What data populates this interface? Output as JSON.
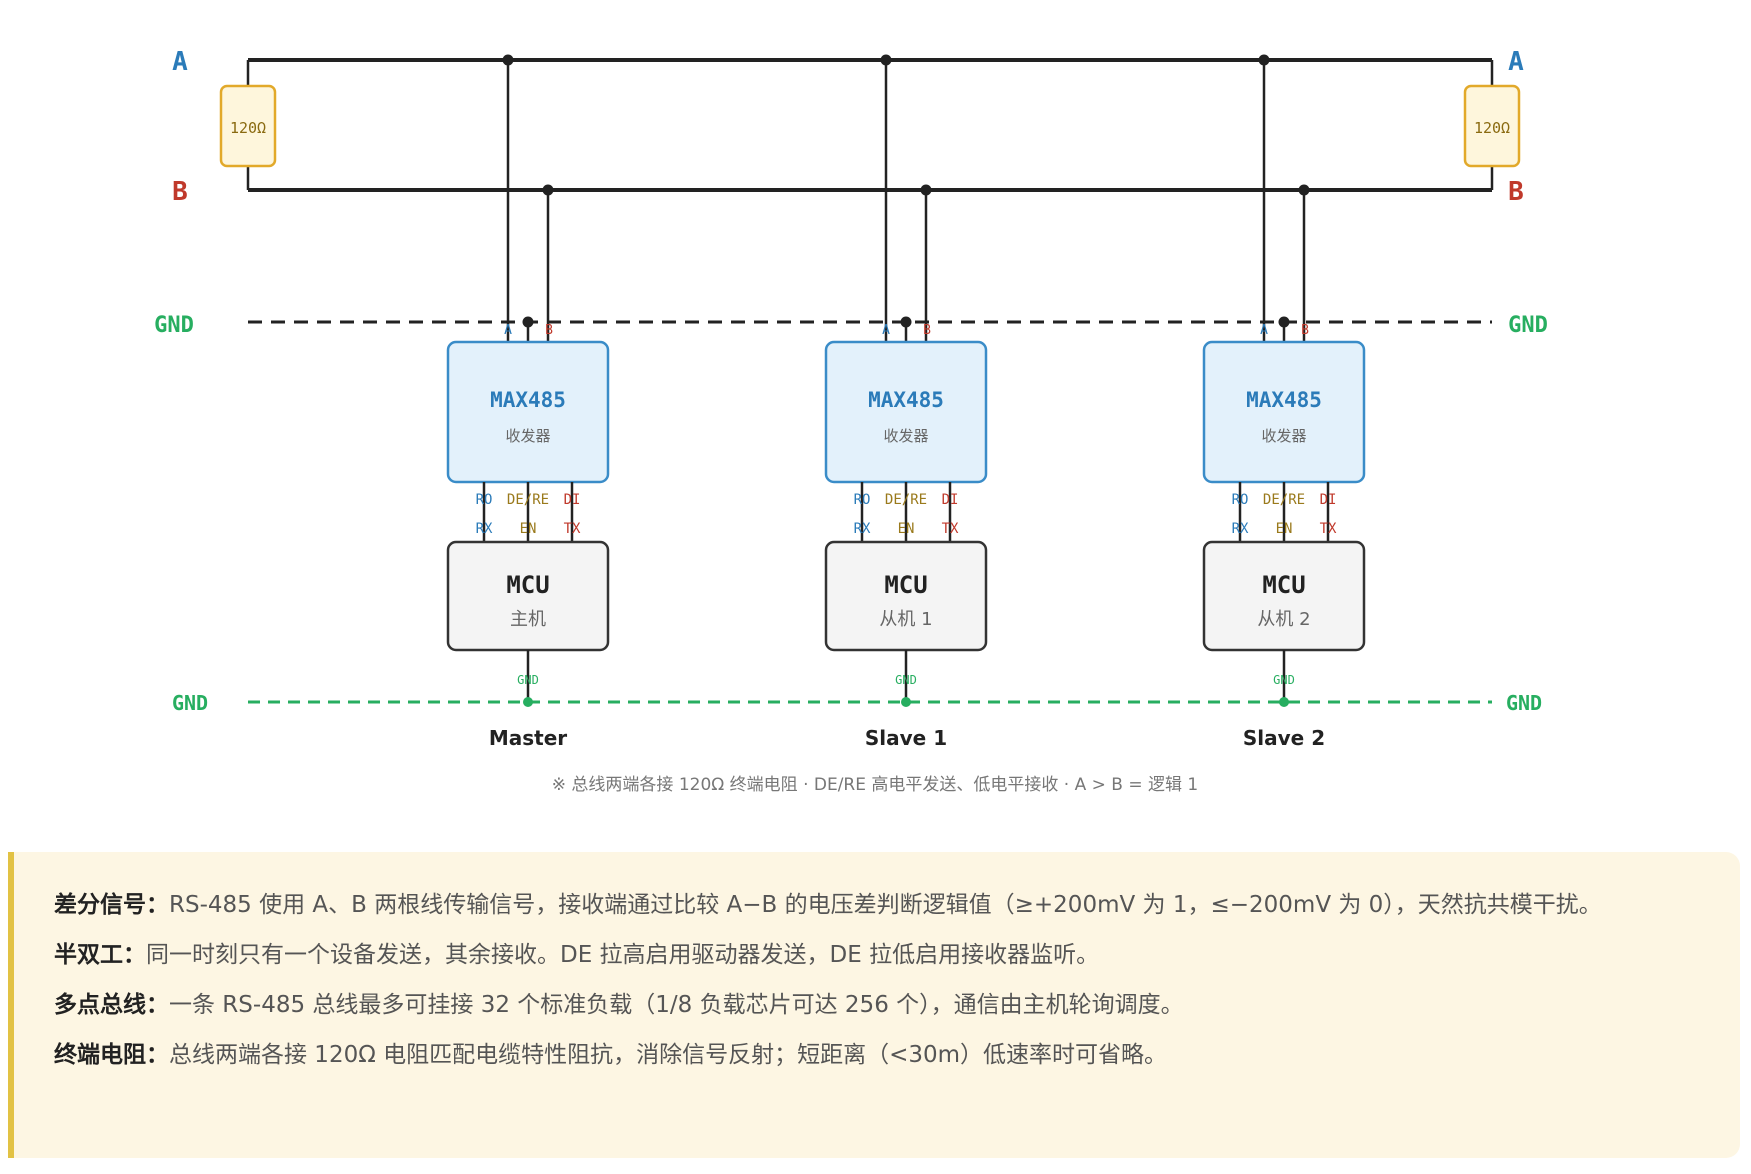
{
  "bus": {
    "line_a_label": "A",
    "line_b_label": "B",
    "gnd_label": "GND",
    "terminator_left": "120Ω",
    "terminator_right": "120Ω"
  },
  "nodes": [
    {
      "transceiver": {
        "name": "MAX485",
        "subtitle": "收发器",
        "pin_a": "A",
        "pin_b": "B",
        "pin_ro": "RO",
        "pin_dere": "DE/RE",
        "pin_di": "DI"
      },
      "mcu": {
        "name": "MCU",
        "subtitle": "主机",
        "pin_rx": "RX",
        "pin_en": "EN",
        "pin_tx": "TX",
        "pin_gnd": "GND"
      },
      "caption": "Master"
    },
    {
      "transceiver": {
        "name": "MAX485",
        "subtitle": "收发器",
        "pin_a": "A",
        "pin_b": "B",
        "pin_ro": "RO",
        "pin_dere": "DE/RE",
        "pin_di": "DI"
      },
      "mcu": {
        "name": "MCU",
        "subtitle": "从机 1",
        "pin_rx": "RX",
        "pin_en": "EN",
        "pin_tx": "TX",
        "pin_gnd": "GND"
      },
      "caption": "Slave 1"
    },
    {
      "transceiver": {
        "name": "MAX485",
        "subtitle": "收发器",
        "pin_a": "A",
        "pin_b": "B",
        "pin_ro": "RO",
        "pin_dere": "DE/RE",
        "pin_di": "DI"
      },
      "mcu": {
        "name": "MCU",
        "subtitle": "从机 2",
        "pin_rx": "RX",
        "pin_en": "EN",
        "pin_tx": "TX",
        "pin_gnd": "GND"
      },
      "caption": "Slave 2"
    }
  ],
  "footnote": "※ 总线两端各接 120Ω 终端电阻 · DE/RE 高电平发送、低电平接收 · A > B = 逻辑 1",
  "notes": [
    {
      "term": "差分信号：",
      "text": "RS-485 使用 A、B 两根线传输信号，接收端通过比较 A−B 的电压差判断逻辑值（≥+200mV 为 1，≤−200mV 为 0），天然抗共模干扰。"
    },
    {
      "term": "半双工：",
      "text": "同一时刻只有一个设备发送，其余接收。DE 拉高启用驱动器发送，DE 拉低启用接收器监听。"
    },
    {
      "term": "多点总线：",
      "text": "一条 RS-485 总线最多可挂接 32 个标准负载（1/8 负载芯片可达 256 个），通信由主机轮询调度。"
    },
    {
      "term": "终端电阻：",
      "text": "总线两端各接 120Ω 电阻匹配电缆特性阻抗，消除信号反射；短距离（<30m）低速率时可省略。"
    }
  ],
  "colors": {
    "line_a": "#2b7bb9",
    "line_b": "#c0392b",
    "gnd": "#27ae60",
    "transceiver_fill": "#e3f1fb",
    "transceiver_border": "#3a8cc8",
    "mcu_fill": "#f4f4f4",
    "mcu_border": "#333333",
    "resistor_fill": "#fef6dc",
    "resistor_border": "#e2a92a",
    "en_pin": "#9a7a1c"
  }
}
